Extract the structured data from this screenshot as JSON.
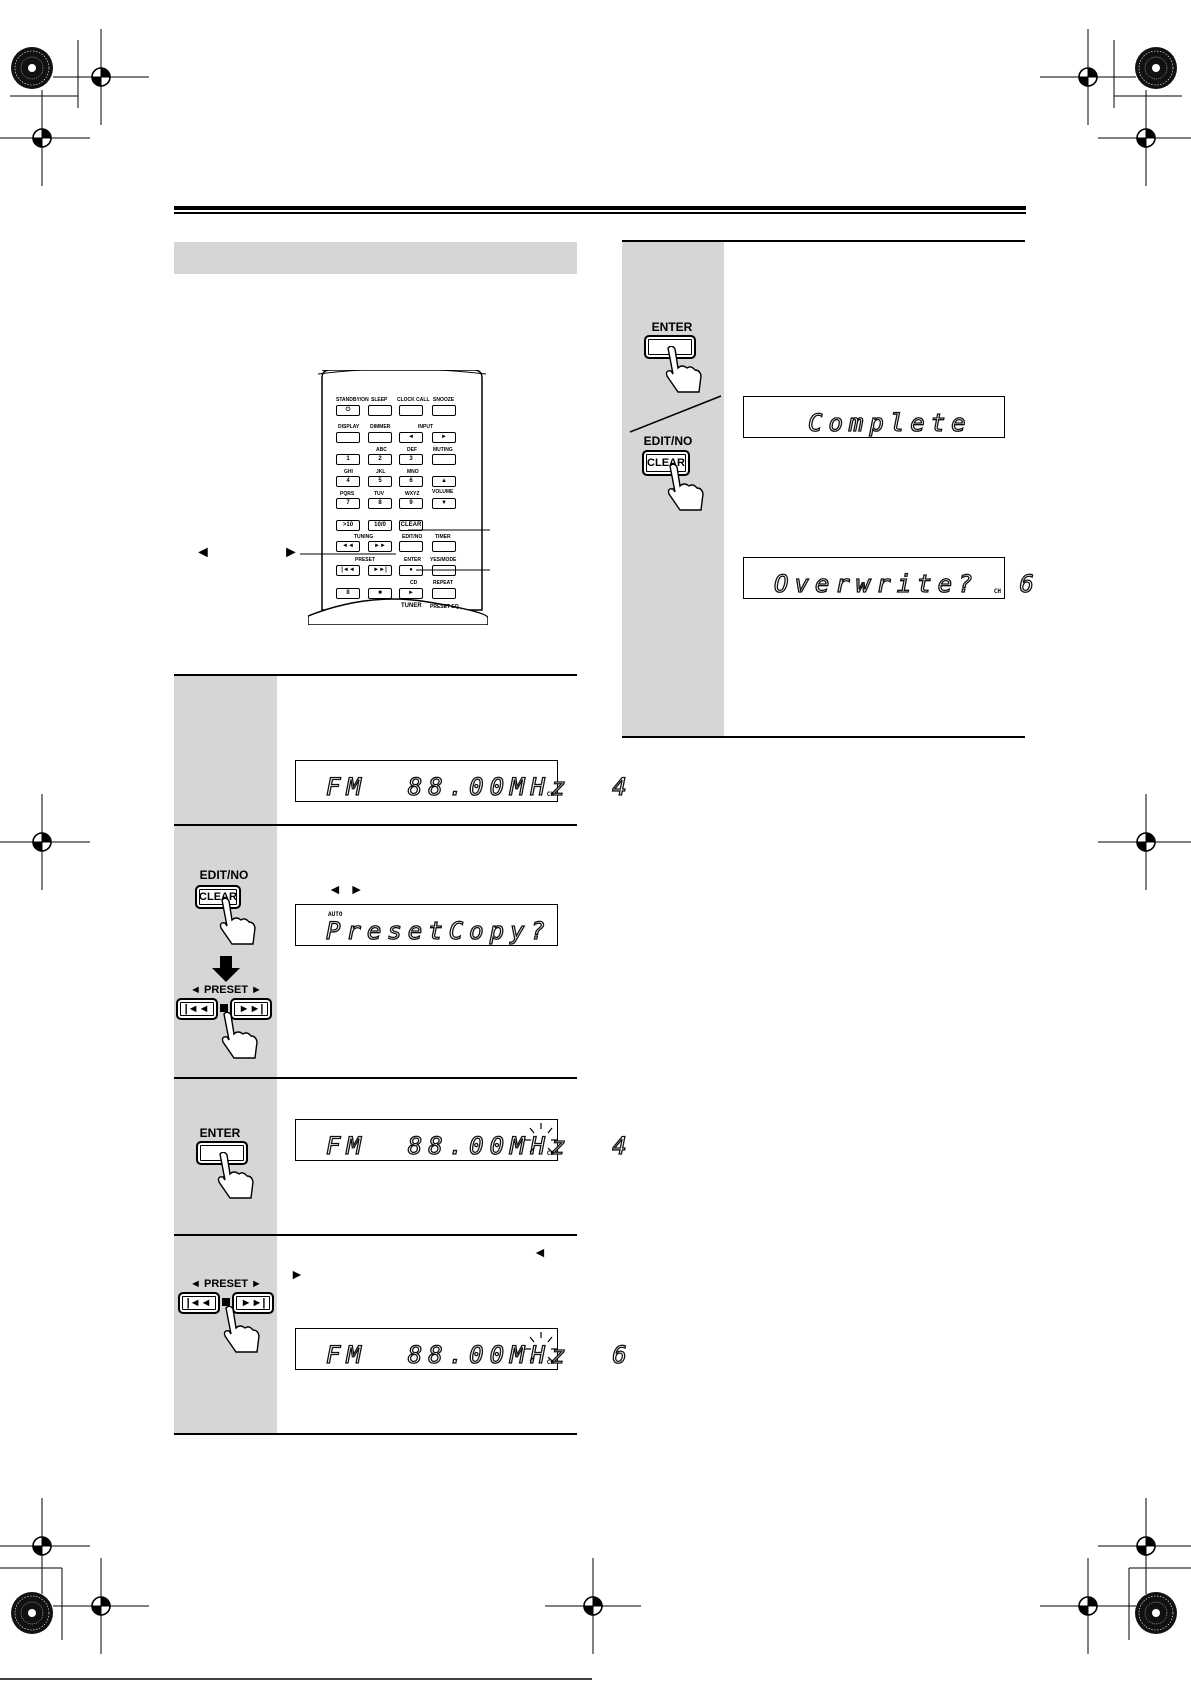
{
  "remote": {
    "labels": [
      "STANDBY/ON",
      "SLEEP",
      "CLOCK CALL",
      "SNOOZE",
      "DISPLAY",
      "DIMMER",
      "INPUT",
      "MUTING",
      "ABC",
      "DEF",
      "GHI",
      "JKL",
      "MNO",
      "PQRS",
      "TUV",
      "WXYZ",
      "VOLUME",
      "TUNING",
      "EDIT/NO",
      "TIMER",
      "PRESET",
      "ENTER",
      "YES/MODE",
      "CD",
      "REPEAT",
      "TUNER",
      "PRESET EQ"
    ],
    "keys": [
      "1",
      "2",
      "3",
      "4",
      "5",
      "6",
      "7",
      "8",
      "9",
      ">10",
      "10/0",
      "CLEAR"
    ],
    "pointer_left": "◄",
    "pointer_right": "►"
  },
  "steps": [
    {
      "display": {
        "text": "FM  88.00MHz  4",
        "ch": "CH"
      }
    },
    {
      "buttons": {
        "editno": "EDIT/NO",
        "clear": "CLEAR",
        "preset": "◄ PRESET ►"
      },
      "arrows": "◄  ►",
      "display": {
        "text": "PresetCopy?",
        "indicator": "AUTO"
      }
    },
    {
      "buttons": {
        "enter": "ENTER"
      },
      "display": {
        "text": "FM  88.00MHz  4",
        "ch": "CH"
      }
    },
    {
      "buttons": {
        "preset": "◄ PRESET ►"
      },
      "arrow_left": "◄",
      "arrow_right": "►",
      "display": {
        "text": "FM  88.00MHz  6",
        "ch": "CH"
      }
    },
    {
      "buttons": {
        "enter": "ENTER",
        "editno": "EDIT/NO",
        "clear": "CLEAR"
      },
      "display_complete": {
        "text": "Complete"
      },
      "display_overwrite": {
        "text": "Overwrite?  6",
        "ch": "CH"
      }
    }
  ]
}
